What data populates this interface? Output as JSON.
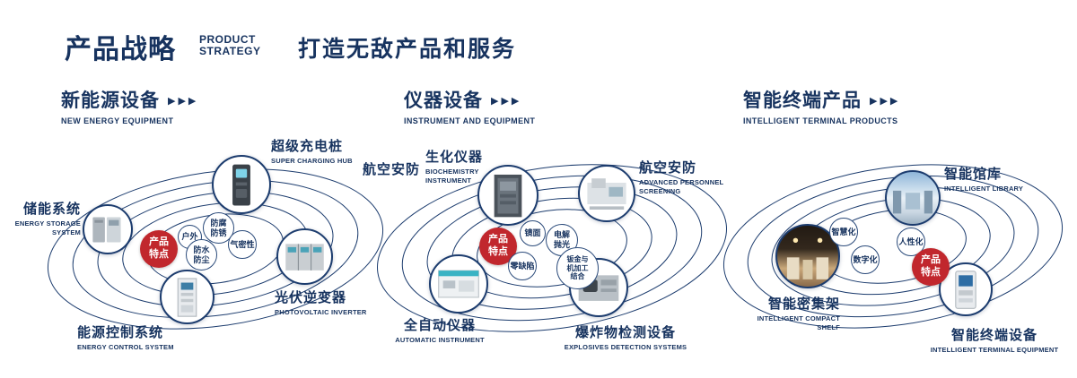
{
  "header": {
    "title_cn": "产品战略",
    "title_en_line1": "PRODUCT",
    "title_en_line2": "STRATEGY",
    "slogan": "打造无敌产品和服务"
  },
  "icons": {
    "arrows": "▶▶▶"
  },
  "colors": {
    "navy": "#17335f",
    "red": "#c1272d"
  },
  "sections": [
    {
      "title_cn": "新能源设备",
      "title_en": "NEW ENERGY EQUIPMENT",
      "feature_badge": "产品特点",
      "features": [
        "户外",
        "防腐防锈",
        "气密性",
        "防水防尘"
      ],
      "products": [
        {
          "cn": "储能系统",
          "en": "ENERGY STORAGE SYSTEM"
        },
        {
          "cn": "超级充电桩",
          "en": "SUPER CHARGING HUB"
        },
        {
          "cn": "光伏逆变器",
          "en": "PHOTOVOLTAIC INVERTER"
        },
        {
          "cn": "能源控制系统",
          "en": "ENERGY CONTROL SYSTEM"
        }
      ]
    },
    {
      "title_cn": "仪器设备",
      "title_en": "INSTRUMENT AND EQUIPMENT",
      "feature_badge": "产品特点",
      "side_label": "航空安防",
      "features": [
        "镜面",
        "电解抛光",
        "零缺陷",
        "钣金与机加工结合"
      ],
      "products": [
        {
          "cn": "生化仪器",
          "en": "BIOCHEMISTRY INSTRUMENT"
        },
        {
          "cn": "航空安防",
          "en": "ADVANCED PERSONNEL SCREENING"
        },
        {
          "cn": "全自动仪器",
          "en": "AUTOMATIC INSTRUMENT"
        },
        {
          "cn": "爆炸物检测设备",
          "en": "EXPLOSIVES DETECTION SYSTEMS"
        }
      ]
    },
    {
      "title_cn": "智能终端产品",
      "title_en": "INTELLIGENT TERMINAL PRODUCTS",
      "feature_badge": "产品特点",
      "features": [
        "智慧化",
        "人性化",
        "数字化"
      ],
      "products": [
        {
          "cn": "智能馆库",
          "en": "INTELLIGENT LIBRARY"
        },
        {
          "cn": "智能密集架",
          "en": "INTELLIGENT COMPACT SHELF"
        },
        {
          "cn": "智能终端设备",
          "en": "INTELLIGENT TERMINAL EQUIPMENT"
        }
      ]
    }
  ]
}
